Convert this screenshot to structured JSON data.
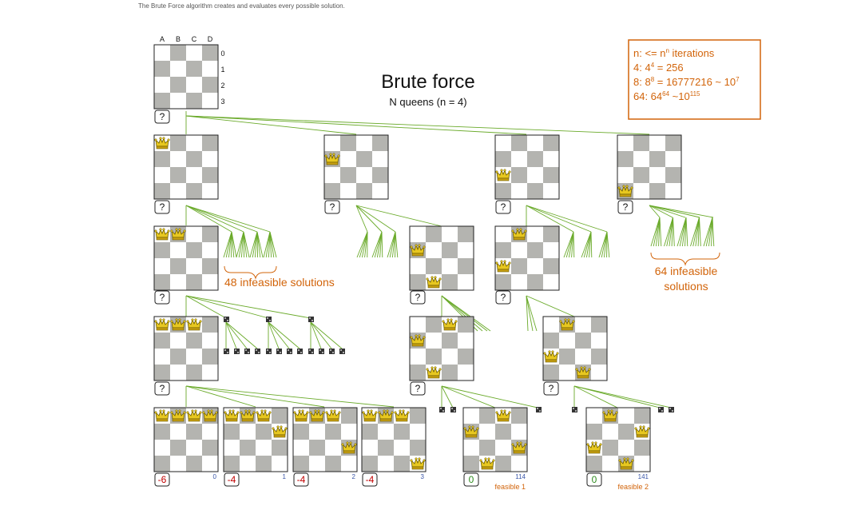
{
  "caption": "The Brute Force algorithm creates and evaluates every possible solution.",
  "title": "Brute force",
  "subtitle": "N queens (n = 4)",
  "col_headers": [
    "A",
    "B",
    "C",
    "D"
  ],
  "row_headers": [
    "0",
    "1",
    "2",
    "3"
  ],
  "unknown_score": "?",
  "infeasible_left": "48 infeasible solutions",
  "infeasible_right_1": "64 infeasible",
  "infeasible_right_2": "solutions",
  "iterations": {
    "l1_pre": "n: <= n",
    "l1_sup": "n",
    "l1_post": " iterations",
    "l2_pre": "4: 4",
    "l2_sup": "4",
    "l2_post": " = 256",
    "l3_pre": "8: 8",
    "l3_sup": "8",
    "l3_post": " = 16777216 ~ 10",
    "l3_sup2": "7",
    "l4_pre": "64: 64",
    "l4_sup": "64",
    "l4_post": " ~10",
    "l4_sup2": "115"
  },
  "solutions": [
    {
      "score": "-6",
      "index": "0",
      "label": ""
    },
    {
      "score": "-4",
      "index": "1",
      "label": ""
    },
    {
      "score": "-4",
      "index": "2",
      "label": ""
    },
    {
      "score": "-4",
      "index": "3",
      "label": ""
    },
    {
      "score": "0",
      "index": "114",
      "label": "feasible 1"
    },
    {
      "score": "0",
      "index": "141",
      "label": "feasible 2"
    }
  ],
  "colors": {
    "edge": "#6aaa2a",
    "dark_cell": "#b4b4b0",
    "accent": "#d2640a",
    "bad_score": "#c00000",
    "good_score": "#2e8b1e",
    "index": "#3a56a8"
  },
  "icons": [
    "queen-icon",
    "small-board-icon"
  ]
}
